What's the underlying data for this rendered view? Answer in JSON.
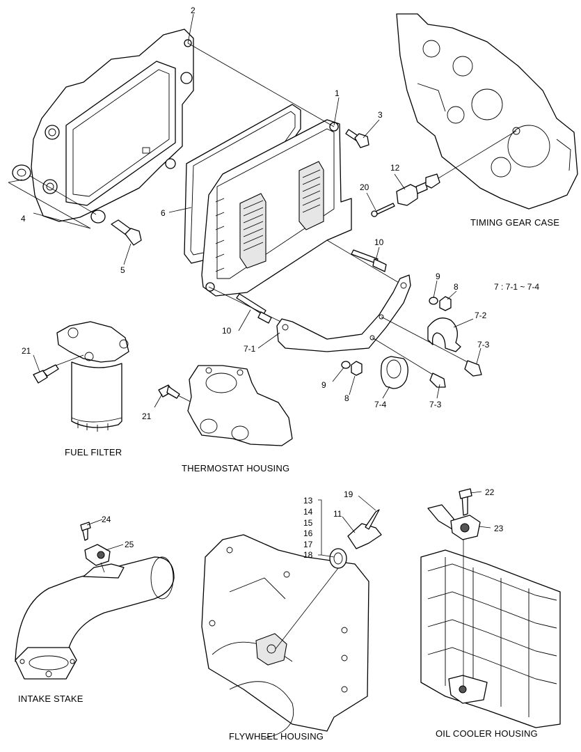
{
  "callouts": {
    "c1": "1",
    "c2": "2",
    "c3": "3",
    "c4": "4",
    "c5": "5",
    "c6": "6",
    "c7def": "7 : 7-1 ~ 7-4",
    "c7_1": "7-1",
    "c7_2": "7-2",
    "c7_3a": "7-3",
    "c7_3b": "7-3",
    "c7_4": "7-4",
    "c8a": "8",
    "c8b": "8",
    "c9a": "9",
    "c9b": "9",
    "c10a": "10",
    "c10b": "10",
    "c11": "11",
    "c12": "12",
    "c13": "13",
    "c14": "14",
    "c15": "15",
    "c16": "16",
    "c17": "17",
    "c18": "18",
    "c19": "19",
    "c20": "20",
    "c21a": "21",
    "c21b": "21",
    "c22": "22",
    "c23": "23",
    "c24": "24",
    "c25": "25"
  },
  "captions": {
    "timing_gear_case": "TIMING GEAR CASE",
    "fuel_filter": "FUEL FILTER",
    "thermostat_housing": "THERMOSTAT HOUSING",
    "intake_stake": "INTAKE STAKE",
    "flywheel_housing": "FLYWHEEL HOUSING",
    "oil_cooler_housing": "OIL COOLER HOUSING"
  }
}
